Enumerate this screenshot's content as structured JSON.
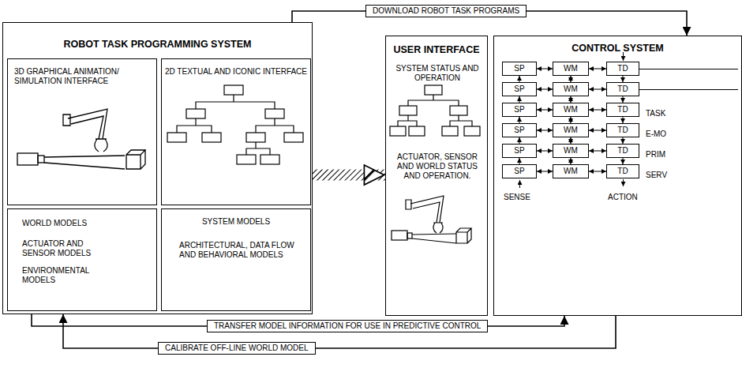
{
  "diagram": {
    "nodes": [
      {
        "text": [
          "ROBOT TASK PROGRAMMING SYSTEM"
        ]
      },
      {
        "text": [
          "3D GRAPHICAL ANIMATION/ SIMULATION INTERFACE"
        ],
        "in": 0
      },
      {
        "text": [
          "2D TEXTUAL AND ICONIC INTERFACE"
        ],
        "in": 0
      },
      {
        "text": [
          "WORLD MODELS",
          "ACTUATOR AND SENSOR MODELS",
          "ENVIRONMENTAL MODELS"
        ],
        "in": 0
      },
      {
        "text": [
          "SYSTEM MODELS",
          "ARCHITECTURAL, DATA FLOW AND BEHAVIORAL MODELS"
        ],
        "in": 0
      },
      {
        "text": [
          "USER INTERFACE",
          "SYSTEM STATUS AND OPERATION",
          "ACTUATOR, SENSOR AND WORLD STATUS AND OPERATION."
        ]
      },
      {
        "text": [
          "CONTROL SYSTEM"
        ]
      },
      {
        "text": [
          "SP"
        ],
        "in": 6
      },
      {
        "text": [
          "WM"
        ],
        "in": 6
      },
      {
        "text": [
          "TD"
        ],
        "in": 6
      },
      {
        "text": [
          "SP"
        ],
        "in": 6
      },
      {
        "text": [
          "WM"
        ],
        "in": 6
      },
      {
        "text": [
          "TD"
        ],
        "in": 6
      },
      {
        "text": [
          "SP"
        ],
        "in": 6
      },
      {
        "text": [
          "WM"
        ],
        "in": 6
      },
      {
        "text": [
          "TD"
        ],
        "in": 6
      },
      {
        "text": [
          "SP"
        ],
        "in": 6
      },
      {
        "text": [
          "WM"
        ],
        "in": 6
      },
      {
        "text": [
          "TD"
        ],
        "in": 6
      },
      {
        "text": [
          "SP"
        ],
        "in": 6
      },
      {
        "text": [
          "WM"
        ],
        "in": 6
      },
      {
        "text": [
          "TD"
        ],
        "in": 6
      },
      {
        "text": [
          "SP"
        ],
        "in": 6
      },
      {
        "text": [
          "WM"
        ],
        "in": 6
      },
      {
        "text": [
          "TD"
        ],
        "in": 6
      }
    ],
    "edges": [
      {
        "from": 0,
        "to": 6,
        "arrow": "to",
        "label": "DOWNLOAD ROBOT TASK PROGRAMS"
      },
      {
        "from": 0,
        "to": 5,
        "arrow": "to"
      },
      {
        "from": 0,
        "to": 6,
        "arrow": "to",
        "label": "TRANSFER MODEL INFORMATION FOR USE IN PREDICTIVE CONTROL"
      },
      {
        "from": 6,
        "to": 0,
        "arrow": "to",
        "label": "CALIBRATE OFF-LINE WORLD MODEL"
      },
      {
        "from": 7,
        "to": 8,
        "arrow": "both"
      },
      {
        "from": 8,
        "to": 9,
        "arrow": "both"
      },
      {
        "from": 10,
        "to": 11,
        "arrow": "both"
      },
      {
        "from": 11,
        "to": 12,
        "arrow": "both"
      },
      {
        "from": 13,
        "to": 14,
        "arrow": "both"
      },
      {
        "from": 14,
        "to": 15,
        "arrow": "both"
      },
      {
        "from": 16,
        "to": 17,
        "arrow": "both"
      },
      {
        "from": 17,
        "to": 18,
        "arrow": "both"
      },
      {
        "from": 19,
        "to": 20,
        "arrow": "both"
      },
      {
        "from": 20,
        "to": 21,
        "arrow": "both"
      },
      {
        "from": 22,
        "to": 23,
        "arrow": "both"
      },
      {
        "from": 23,
        "to": 24,
        "arrow": "both"
      },
      {
        "from": 10,
        "to": 7,
        "arrow": "to"
      },
      {
        "from": 8,
        "to": 11,
        "arrow": "both"
      },
      {
        "from": 9,
        "to": 12,
        "arrow": "to"
      },
      {
        "from": 13,
        "to": 10,
        "arrow": "to"
      },
      {
        "from": 11,
        "to": 14,
        "arrow": "both"
      },
      {
        "from": 12,
        "to": 15,
        "arrow": "to"
      },
      {
        "from": 16,
        "to": 13,
        "arrow": "to"
      },
      {
        "from": 14,
        "to": 17,
        "arrow": "both"
      },
      {
        "from": 15,
        "to": 18,
        "arrow": "to"
      },
      {
        "from": 19,
        "to": 16,
        "arrow": "to"
      },
      {
        "from": 17,
        "to": 20,
        "arrow": "both"
      },
      {
        "from": 18,
        "to": 21,
        "arrow": "to"
      },
      {
        "from": 22,
        "to": 19,
        "arrow": "to"
      },
      {
        "from": 20,
        "to": 23,
        "arrow": "both"
      },
      {
        "from": 21,
        "to": 24,
        "arrow": "to"
      }
    ],
    "labels": [
      "TASK",
      "E-MO",
      "PRIM",
      "SERV",
      "SENSE",
      "ACTION"
    ]
  }
}
